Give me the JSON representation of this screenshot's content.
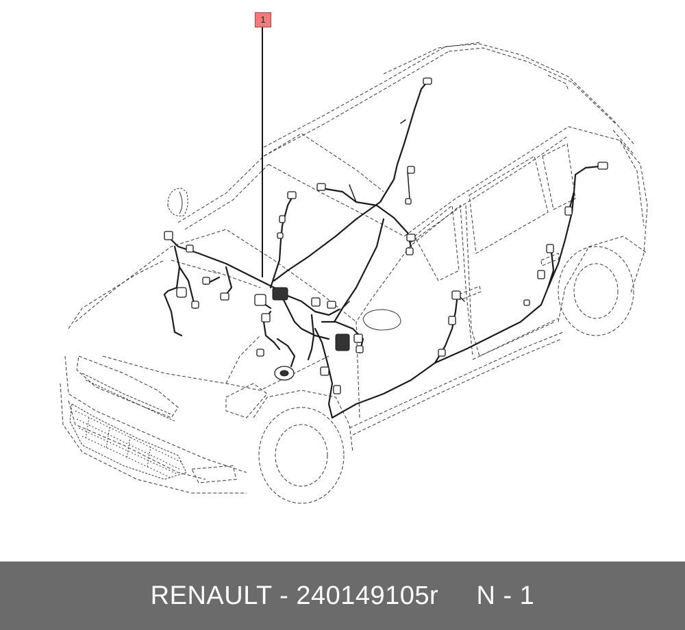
{
  "diagram": {
    "callout": "1",
    "caption": {
      "brand": "RENAULT",
      "separator": "-",
      "part_number": "240149105r",
      "note": "N - 1"
    }
  },
  "colors": {
    "callout_fill": "#f27b7b",
    "footer_background": "#6b6b6b",
    "footer_text": "#ffffff"
  }
}
